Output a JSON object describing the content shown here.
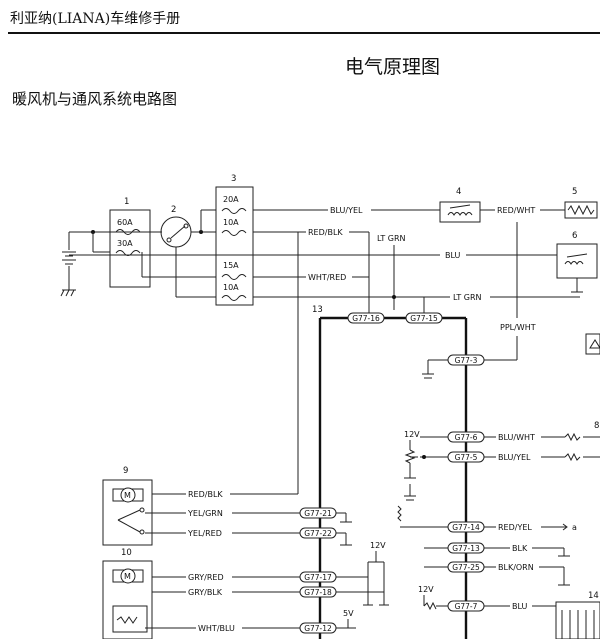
{
  "header": {
    "manual_title": "利亚纳(LIANA)车维修手册"
  },
  "page": {
    "section_title": "电气原理图",
    "diagram_title": "暖风机与通风系统电路图"
  },
  "components": {
    "c1": "1",
    "c2": "2",
    "c3": "3",
    "c4": "4",
    "c5": "5",
    "c6": "6",
    "c8": "8",
    "c9": "9",
    "c10": "10",
    "c13": "13",
    "c14": "14"
  },
  "fuses": {
    "f60": "60A",
    "f30": "30A",
    "f20": "20A",
    "f10a": "10A",
    "f15": "15A",
    "f10b": "10A"
  },
  "wires": {
    "blu_yel": "BLU/YEL",
    "red_blk": "RED/BLK",
    "lt_grn": "LT GRN",
    "red_wht": "RED/WHT",
    "blu": "BLU",
    "wht_red": "WHT/RED",
    "lt_grn2": "LT GRN",
    "ppl_wht": "PPL/WHT",
    "blu_wht": "BLU/WHT",
    "blu_yel2": "BLU/YEL",
    "red_blk2": "RED/BLK",
    "yel_grn": "YEL/GRN",
    "yel_red": "YEL/RED",
    "red_yel": "RED/YEL",
    "blk": "BLK",
    "blk_orn": "BLK/ORN",
    "gry_red": "GRY/RED",
    "gry_blk": "GRY/BLK",
    "blu2": "BLU",
    "wht_blu": "WHT/BLU"
  },
  "connectors": {
    "g16": "G77-16",
    "g15": "G77-15",
    "g3": "G77-3",
    "g6": "G77-6",
    "g5": "G77-5",
    "g21": "G77-21",
    "g22": "G77-22",
    "g14": "G77-14",
    "g13": "G77-13",
    "g25": "G77-25",
    "g17": "G77-17",
    "g18": "G77-18",
    "g7": "G77-7",
    "g12": "G77-12"
  },
  "voltages": {
    "v1": "12V",
    "v2": "12V",
    "v3": "12V",
    "v4": "5V"
  },
  "markers": {
    "a": "a"
  },
  "symbols": {
    "motor": "M"
  }
}
